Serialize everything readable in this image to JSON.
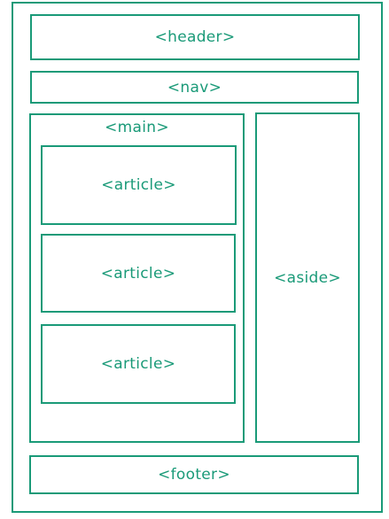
{
  "diagram": {
    "header": "<header>",
    "nav": "<nav>",
    "main": "<main>",
    "articles": [
      "<article>",
      "<article>",
      "<article>"
    ],
    "aside": "<aside>",
    "footer": "<footer>"
  },
  "colors": {
    "stroke": "#1a9a78",
    "text": "#1a9a78",
    "background": "#ffffff"
  }
}
